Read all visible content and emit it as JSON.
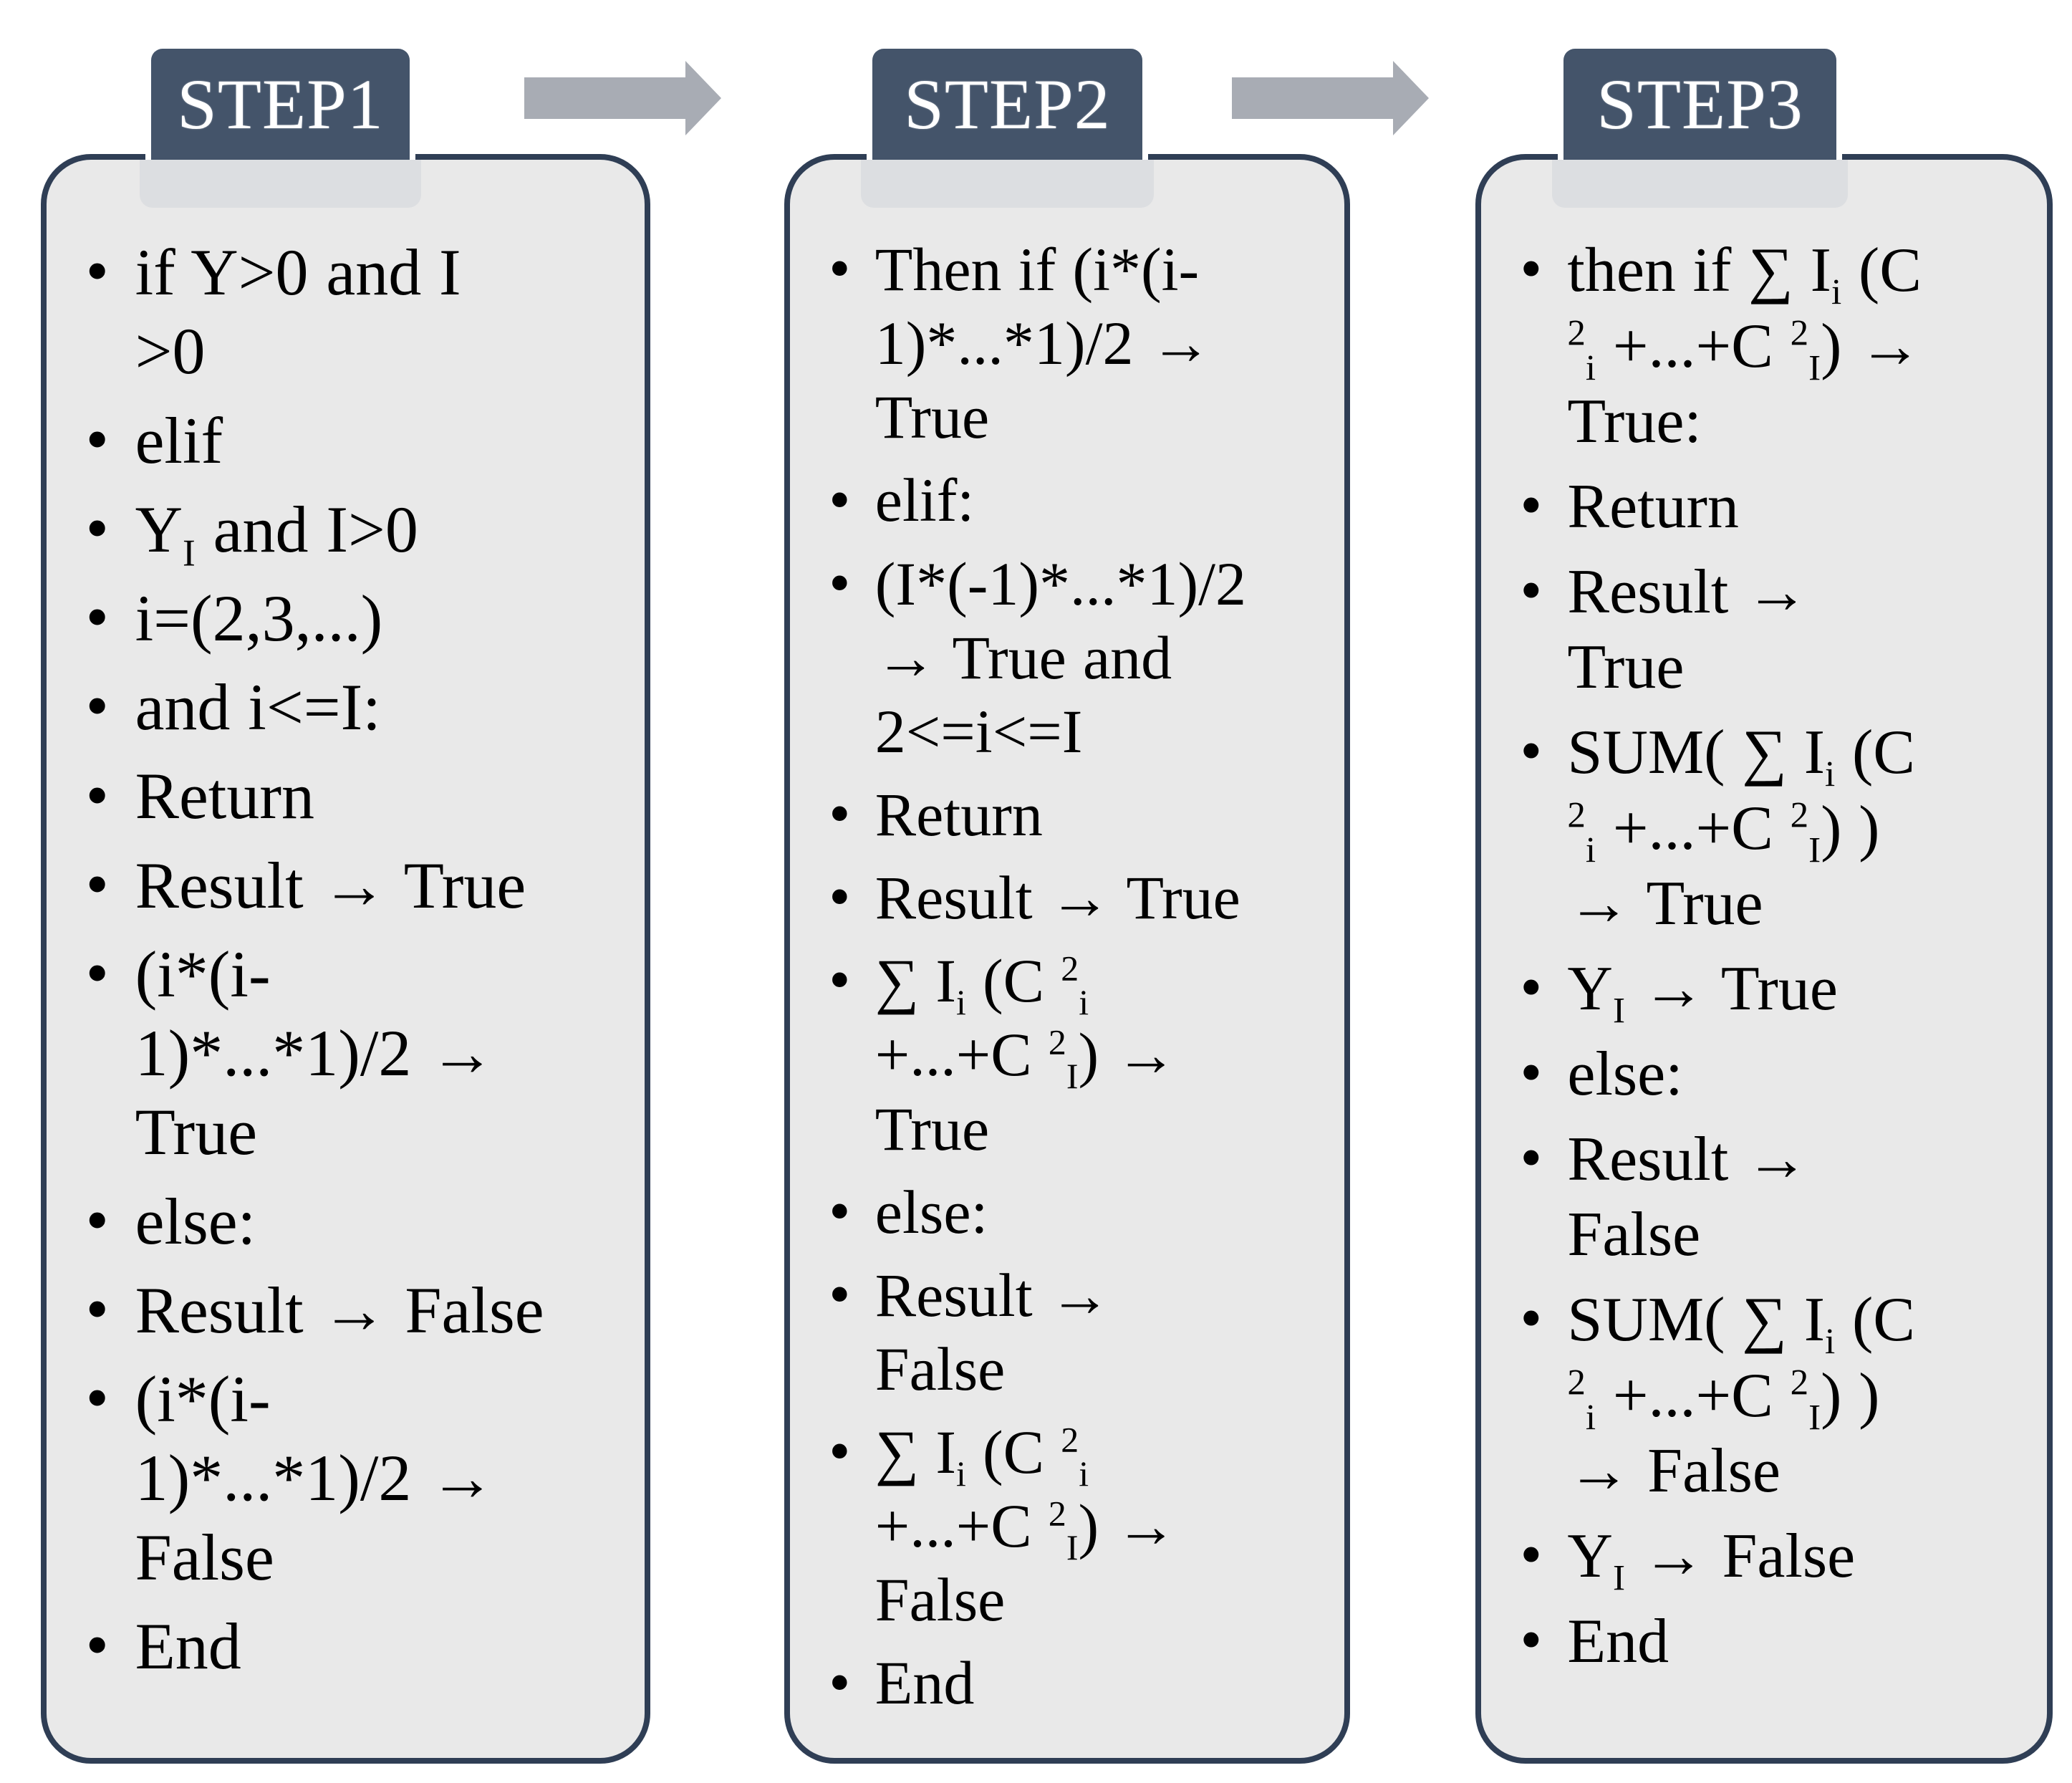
{
  "diagram": {
    "kind": "process-flow",
    "steps": [
      {
        "label": "STEP1",
        "items": [
          "if Y>0 and I >0",
          "elif",
          "Y~I~ and I>0",
          "i=(2,3,...)",
          "and i<=I:",
          "Return",
          "Result → True",
          "(i*(i-1)*...*1)/2 → True",
          "else:",
          "Result → False",
          "(i*(i-1)*...*1)/2 → False",
          "End"
        ]
      },
      {
        "label": "STEP2",
        "items": [
          "Then if (i*(i-1)*...*1)/2 → True",
          "elif:",
          "(I*(-1)*...*1)/2 → True and 2<=i<=I",
          "Return",
          "Result → True",
          "∑ I~i~ (C ^2^~i~ +...+C ^2^~I~) → True",
          "else:",
          "Result → False",
          "∑ I~i~ (C ^2^~i~ +...+C ^2^~I~) → False",
          "End"
        ]
      },
      {
        "label": "STEP3",
        "items": [
          "then if ∑ I~i~ (C ^2^~i~ +...+C ^2^~I~) → True:",
          "Return",
          "Result → True",
          "SUM( ∑ I~i~ (C ^2^~i~ +...+C ^2^~I~) ) → True",
          "Y~I~ → True",
          "else:",
          "Result → False",
          "SUM( ∑ I~i~ (C ^2^~i~ +...+C ^2^~I~) ) → False",
          "Y~I~ → False",
          "End"
        ]
      }
    ],
    "connectors": [
      "right-arrow",
      "right-arrow"
    ]
  },
  "colors": {
    "page_background": "#FFFFFF",
    "tab_background": "#44546A",
    "tab_text": "#FFFFFF",
    "box_fill": "#E9E9E9",
    "box_border": "#2F3E55",
    "tab_extension": "#DCDEE1",
    "arrow_fill": "#A8ACB4",
    "body_text": "#000000"
  }
}
